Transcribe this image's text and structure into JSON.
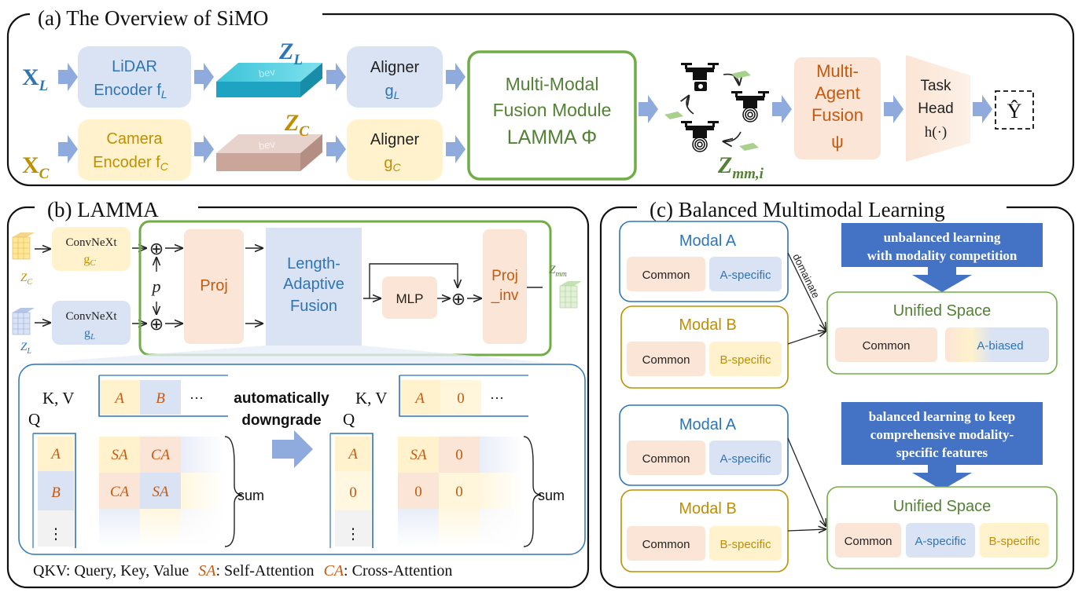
{
  "colors": {
    "lidar_blue": "#2E75B6",
    "camera_gold": "#BF8F00",
    "fusion_green": "#70AD47",
    "arrow_blue": "#8FAADC",
    "orange_text": "#C55A11",
    "blue_box": "#DAE3F3",
    "yellow_box": "#FFF2CC",
    "orange_box": "#FBE5D6",
    "callout_blue": "#4472C4"
  },
  "panel_a": {
    "title": "(a) The Overview of SiMO",
    "x_l": "X",
    "x_l_sub": "L",
    "x_c": "X",
    "x_c_sub": "C",
    "lidar_encoder_l1": "LiDAR",
    "lidar_encoder_l2": "Encoder f",
    "lidar_encoder_sub": "L",
    "camera_encoder_l1": "Camera",
    "camera_encoder_l2": "Encoder f",
    "camera_encoder_sub": "C",
    "bev": "bev",
    "z_l": "Z",
    "z_l_sub": "L",
    "z_c": "Z",
    "z_c_sub": "C",
    "aligner": "Aligner",
    "aligner_l": "g",
    "aligner_l_sub": "L",
    "aligner_c": "g",
    "aligner_c_sub": "C",
    "fusion_l1": "Multi-Modal",
    "fusion_l2": "Fusion Module",
    "fusion_l3": "LAMMA Φ",
    "z_mm": "Z",
    "z_mm_sub": "mm,i",
    "agent_l1": "Multi-",
    "agent_l2": "Agent",
    "agent_l3": "Fusion",
    "agent_l4": "ψ",
    "task_l1": "Task",
    "task_l2": "Head",
    "task_l3": "h(·)",
    "output": "Ŷ",
    "drone_icon": "drone-icon",
    "camera_icon": "camera-icon",
    "fingerprint_icon": "fingerprint-icon"
  },
  "panel_b": {
    "title": "(b) LAMMA",
    "z_c": "Z",
    "z_c_sub": "C",
    "z_l": "Z",
    "z_l_sub": "L",
    "convnext": "ConvNeXt",
    "g_c": "g",
    "g_c_sub": "C",
    "g_l": "g",
    "g_l_sub": "L",
    "plus": "⊕",
    "p": "p",
    "proj": "Proj",
    "laf_l1": "Length-",
    "laf_l2": "Adaptive",
    "laf_l3": "Fusion",
    "mlp": "MLP",
    "proj_inv_l1": "Proj",
    "proj_inv_l2": "_inv",
    "z_mm": "Z",
    "z_mm_sub": "mm",
    "kv": "K, V",
    "q": "Q",
    "kv_left": [
      "A",
      "B",
      "···"
    ],
    "q_left": [
      "A",
      "B",
      "⋮"
    ],
    "grid_left": [
      [
        "SA",
        "CA"
      ],
      [
        "CA",
        "SA"
      ]
    ],
    "downgrade_l1": "automatically",
    "downgrade_l2": "downgrade",
    "kv_right": [
      "A",
      "0",
      "···"
    ],
    "q_right": [
      "A",
      "0",
      "⋮"
    ],
    "grid_right": [
      [
        "SA",
        "0"
      ],
      [
        "0",
        "0"
      ]
    ],
    "sum": "sum",
    "legend_qkv": "QKV: Query, Key, Value",
    "legend_sa_sym": "SA",
    "legend_sa": ": Self-Attention",
    "legend_ca_sym": "CA",
    "legend_ca": ": Cross-Attention"
  },
  "panel_c": {
    "title": "(c) Balanced Multimodal Learning",
    "modal_a": "Modal A",
    "modal_b": "Modal B",
    "common": "Common",
    "a_specific": "A-specific",
    "b_specific": "B-specific",
    "a_biased": "A-biased",
    "unified": "Unified Space",
    "domainate": "domainate",
    "callout1_l1": "unbalanced learning",
    "callout1_l2": "with modality competition",
    "callout2_l1": "balanced learning to keep",
    "callout2_l2": "comprehensive modality-",
    "callout2_l3": "specific features"
  }
}
